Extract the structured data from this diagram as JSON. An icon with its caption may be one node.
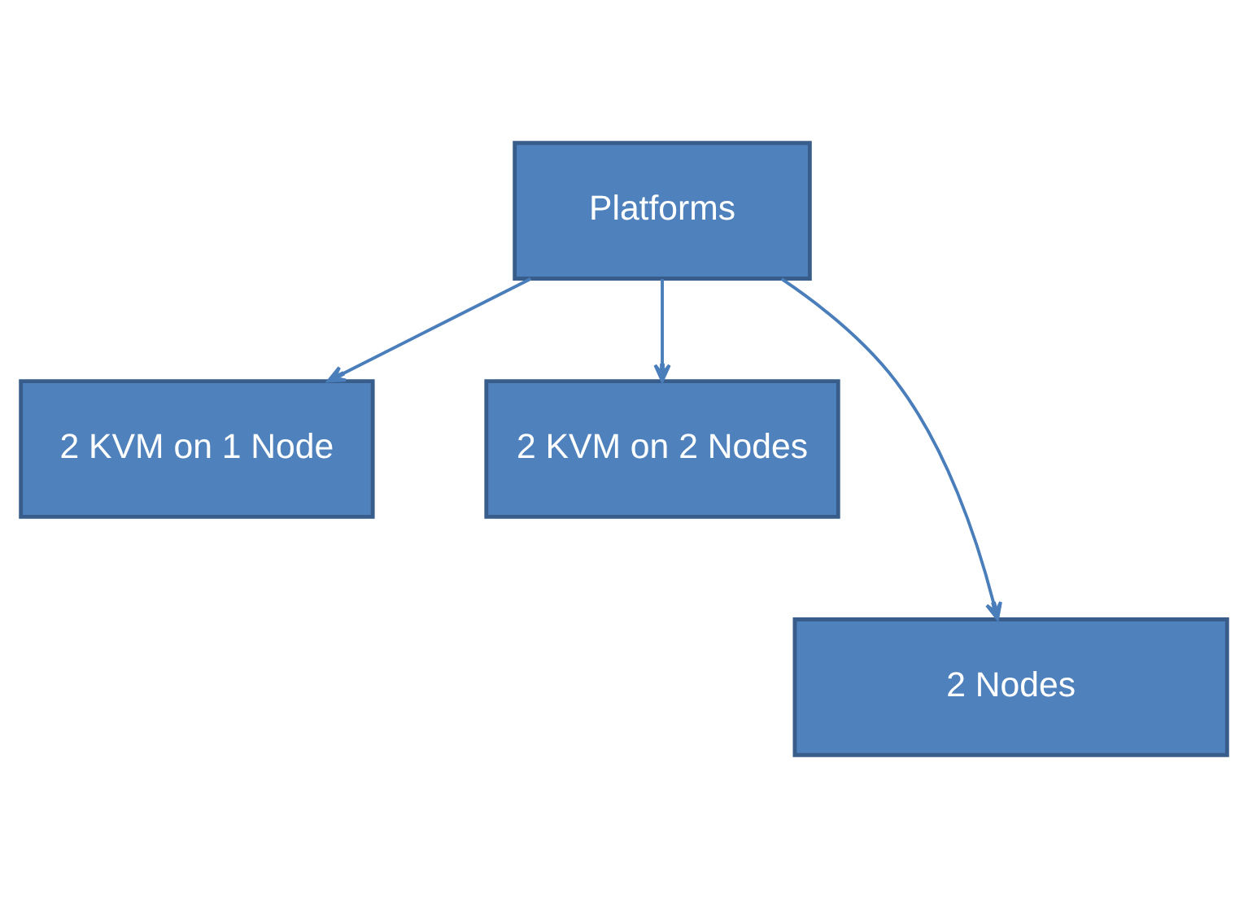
{
  "diagram": {
    "nodes": [
      {
        "text": [
          "Platforms"
        ]
      },
      {
        "text": [
          "2 KVM on 1 Node"
        ]
      },
      {
        "text": [
          "2 KVM on 2 Nodes"
        ]
      },
      {
        "text": [
          "2 Nodes"
        ]
      }
    ],
    "edges": [
      {
        "from": 0,
        "to": 1,
        "arrow": "to"
      },
      {
        "from": 0,
        "to": 3,
        "arrow": "to"
      },
      {
        "from": 0,
        "to": 2,
        "arrow": "to"
      }
    ]
  }
}
